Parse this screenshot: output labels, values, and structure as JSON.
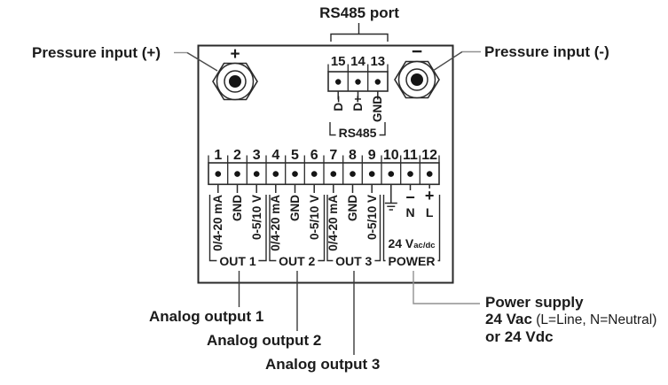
{
  "colors": {
    "ink": "#1b1b1b",
    "line": "#2a2a2a",
    "leader_gray": "#919191",
    "leader_dark": "#4a4a4a",
    "background": "#ffffff"
  },
  "callouts": {
    "rs485_port": "RS485 port",
    "pressure_plus": "Pressure input (+)",
    "pressure_minus": "Pressure input (-)",
    "analog_output_1": "Analog output 1",
    "analog_output_2": "Analog output 2",
    "analog_output_3": "Analog output 3",
    "power_supply_title": "Power supply",
    "power_supply_line2_bold": "24 Vac",
    "power_supply_line2_rest": " (L=Line, N=Neutral)",
    "power_supply_line3": "or 24 Vdc"
  },
  "symbols": {
    "plus_marker": "+",
    "minus_marker": "−"
  },
  "rs485_block": {
    "numbers": [
      "15",
      "14",
      "13"
    ],
    "pin_labels": [
      "D−",
      "D+",
      "GND"
    ],
    "bracket_label": "RS485"
  },
  "terminal_strip": {
    "numbers": [
      "1",
      "2",
      "3",
      "4",
      "5",
      "6",
      "7",
      "8",
      "9",
      "10",
      "11",
      "12"
    ],
    "pin_labels": [
      "0/4-20 mA",
      "GND",
      "0-5/10 V",
      "0/4-20 mA",
      "GND",
      "0-5/10 V",
      "0/4-20 mA",
      "GND",
      "0-5/10 V"
    ],
    "power_pins": {
      "neutral_sign": "−",
      "line_sign": "+",
      "neutral": "N",
      "line": "L"
    },
    "power_rating_main": "24 V",
    "power_rating_sub": "ac/dc",
    "groups": [
      "OUT 1",
      "OUT 2",
      "OUT 3",
      "POWER"
    ]
  }
}
